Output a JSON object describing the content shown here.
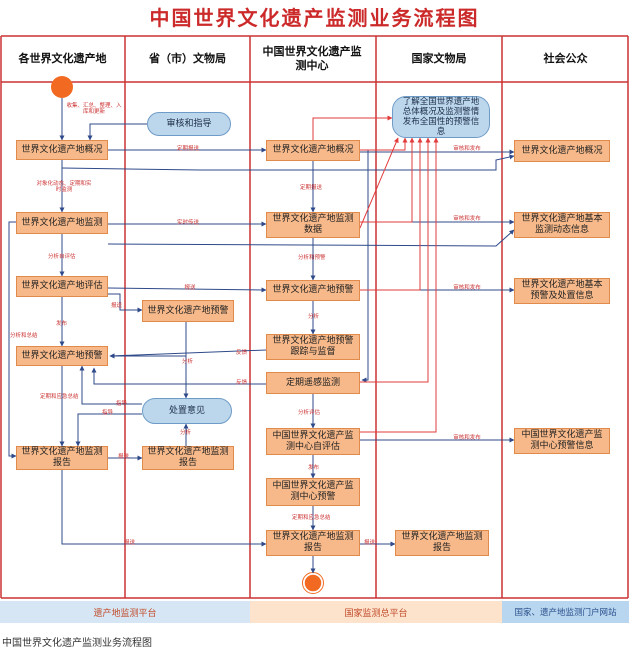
{
  "title": "中国世界文化遗产监测业务流程图",
  "lanes": [
    "各世界文化遗产地",
    "省（市）文物局",
    "中国世界文化遗产监测中心",
    "国家文物局",
    "社会公众"
  ],
  "nodes": {
    "n_site_overview": "世界文化遗产地概况",
    "n_site_monitor": "世界文化遗产地监测",
    "n_site_eval": "世界文化遗产地评估",
    "n_site_warning": "世界文化遗产地预警",
    "n_site_report": "世界文化遗产地监测报告",
    "n_prov_review": "审核和指导",
    "n_prov_warning": "世界文化遗产地预警",
    "n_prov_opinion": "处置意见",
    "n_prov_report": "世界文化遗产地监测报告",
    "n_c_overview": "世界文化遗产地概况",
    "n_c_data": "世界文化遗产地监测数据",
    "n_c_warning": "世界文化遗产地预警",
    "n_c_track": "世界文化遗产地预警跟踪与监督",
    "n_c_remote": "定期遥感监测",
    "n_c_selfeval": "中国世界文化遗产监测中心自评估",
    "n_c_centerwarn": "中国世界文化遗产监测中心预警",
    "n_c_report": "世界文化遗产地监测报告",
    "n_nat_learn": "了解全国世界遗产地总体概况及监测警情发布全国性的预警信息",
    "n_nat_report": "世界文化遗产地监测报告",
    "n_pub_overview": "世界文化遗产地概况",
    "n_pub_dynamic": "世界文化遗产地基本监测动态信息",
    "n_pub_warning": "世界文化遗产地基本预警及处置信息",
    "n_pub_center": "中国世界文化遗产监测中心预警信息"
  },
  "edge_labels": {
    "e_collect": "收集、汇总、整理、入库和更新",
    "e_submit1": "定期报送",
    "e_dynamic": "对象化动态、定期和实时监测",
    "e_realtime": "实时传送",
    "e_selfeval": "分析自评估",
    "e_report_up": "报送",
    "e_report_prov": "报送",
    "e_publish": "发布",
    "e_feedback1": "反馈",
    "e_feedback2": "反馈",
    "e_analysis_summary": "分析和总结",
    "e_periodic_summary": "定期和应急总结",
    "e_guide1": "指导",
    "e_guide2": "指导",
    "e_analysis_prov1": "分析",
    "e_analysis_prov2": "分析",
    "e_report_prov2": "报送",
    "e_report_final": "报送",
    "e_review_pub1": "审核和发布",
    "e_review_pub2": "审核和发布",
    "e_review_pub3": "审核和发布",
    "e_review_pub4": "审核和发布",
    "e_c_submit": "定期报送",
    "e_c_analysis_warn": "分析和预警",
    "e_c_analysis": "分析",
    "e_c_analysis_eval": "分析评估",
    "e_c_publish": "发布",
    "e_c_periodic": "定期和应急总结",
    "e_c_report": "报送"
  },
  "footer": {
    "left": "遗产地监测平台",
    "middle": "国家监测总平台",
    "right": "国家、遗产地监测门户网站"
  },
  "caption": "中国世界文化遗产监测业务流程图",
  "colors": {
    "title": "#cc2a2a",
    "divider": "#cc3333",
    "process_fill": "#f7b98a",
    "rounded_fill": "#bcd6ec",
    "start_end": "#f26a22",
    "arrow_blue": "#2f4a8a",
    "arrow_red": "#e23b3b",
    "footer_left": "#d6e6f4",
    "footer_middle": "#fde2cc",
    "footer_right": "#b8d6f0"
  }
}
